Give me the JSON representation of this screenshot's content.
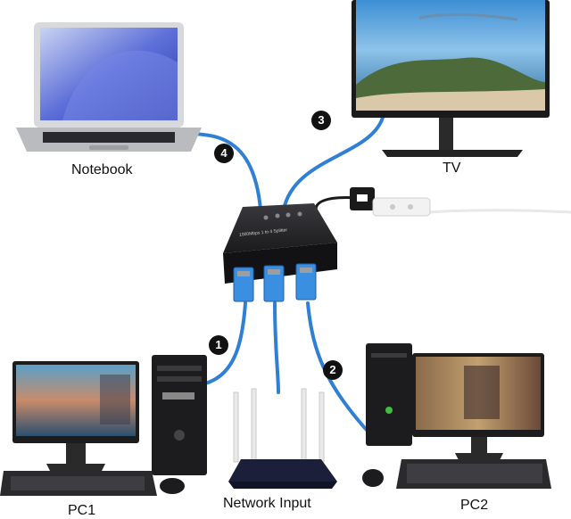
{
  "devices": {
    "notebook": "Notebook",
    "tv": "TV",
    "pc1": "PC1",
    "pc2": "PC2",
    "router": "Network Input"
  },
  "ports": [
    "1",
    "2",
    "3",
    "4"
  ],
  "switch_label": "1000Mbps 1 to 4 Splitter",
  "colors": {
    "cable": "#2f7fd6",
    "connector": "#3a8fe0",
    "device_body": "#1c1c1e",
    "badge": "#111111"
  }
}
